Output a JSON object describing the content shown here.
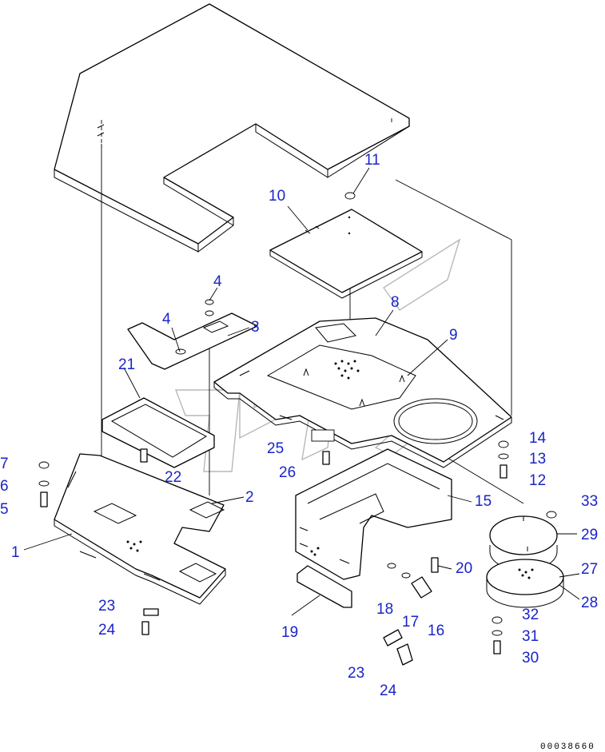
{
  "diagram": {
    "callouts": [
      {
        "id": "c1",
        "label": "1"
      },
      {
        "id": "c2",
        "label": "2"
      },
      {
        "id": "c3",
        "label": "3"
      },
      {
        "id": "c4a",
        "label": "4"
      },
      {
        "id": "c4b",
        "label": "4"
      },
      {
        "id": "c5",
        "label": "5"
      },
      {
        "id": "c6",
        "label": "6"
      },
      {
        "id": "c7",
        "label": "7"
      },
      {
        "id": "c8",
        "label": "8"
      },
      {
        "id": "c9",
        "label": "9"
      },
      {
        "id": "c10",
        "label": "10"
      },
      {
        "id": "c11",
        "label": "11"
      },
      {
        "id": "c12",
        "label": "12"
      },
      {
        "id": "c13",
        "label": "13"
      },
      {
        "id": "c14",
        "label": "14"
      },
      {
        "id": "c15",
        "label": "15"
      },
      {
        "id": "c16",
        "label": "16"
      },
      {
        "id": "c17",
        "label": "17"
      },
      {
        "id": "c18",
        "label": "18"
      },
      {
        "id": "c19",
        "label": "19"
      },
      {
        "id": "c20",
        "label": "20"
      },
      {
        "id": "c21",
        "label": "21"
      },
      {
        "id": "c22",
        "label": "22"
      },
      {
        "id": "c23a",
        "label": "23"
      },
      {
        "id": "c23b",
        "label": "23"
      },
      {
        "id": "c24a",
        "label": "24"
      },
      {
        "id": "c24b",
        "label": "24"
      },
      {
        "id": "c25",
        "label": "25"
      },
      {
        "id": "c26",
        "label": "26"
      },
      {
        "id": "c27",
        "label": "27"
      },
      {
        "id": "c28",
        "label": "28"
      },
      {
        "id": "c29",
        "label": "29"
      },
      {
        "id": "c30",
        "label": "30"
      },
      {
        "id": "c31",
        "label": "31"
      },
      {
        "id": "c32",
        "label": "32"
      },
      {
        "id": "c33",
        "label": "33"
      }
    ],
    "document_id": "00038660",
    "colors": {
      "callout": "#1a24c8",
      "line": "#000000",
      "watermark": "#b8b8b8"
    }
  }
}
